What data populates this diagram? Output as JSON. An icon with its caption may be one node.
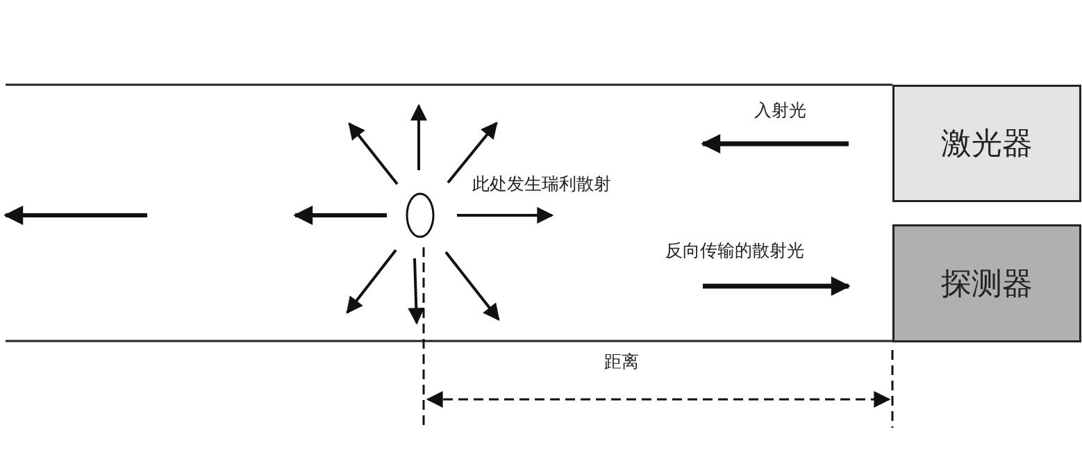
{
  "diagram": {
    "nodes": [
      {
        "text": [
          "激光器"
        ]
      },
      {
        "text": [
          "探测器"
        ]
      },
      {
        "text": [],
        "shape": "circle"
      }
    ],
    "labels": [
      "入射光",
      "此处发生瑞利散射",
      "反向传输的散射光",
      "距离"
    ]
  }
}
